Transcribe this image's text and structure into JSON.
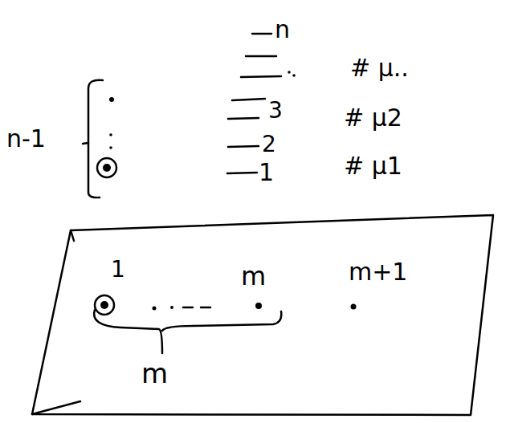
{
  "diagram": {
    "labels": [
      "n-1",
      "n",
      "3",
      "2",
      "1",
      "# μ..",
      "# μ2",
      "# μ1",
      "1",
      "m",
      "m+1",
      "m"
    ]
  }
}
